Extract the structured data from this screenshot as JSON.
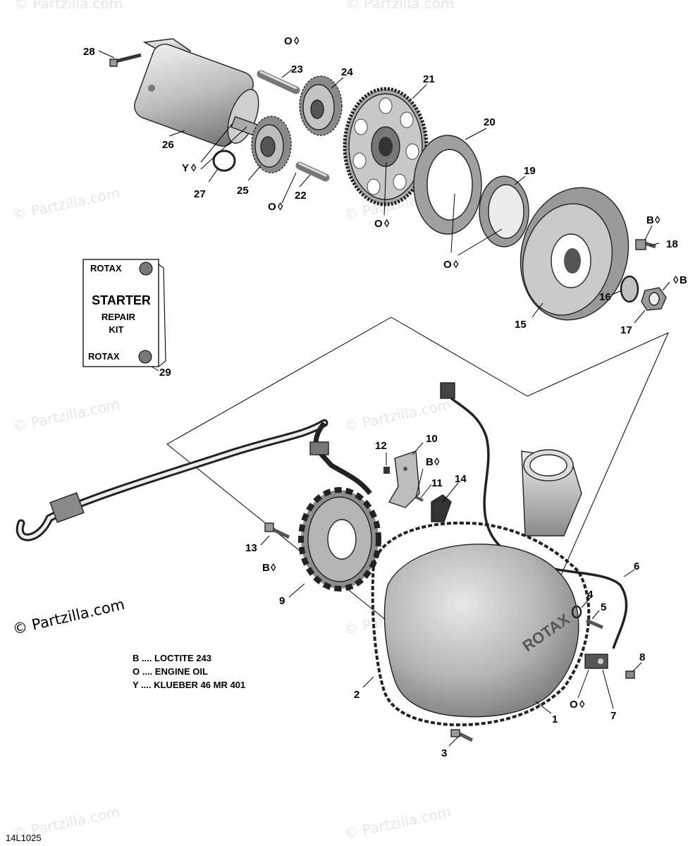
{
  "watermark": "© Partzilla.com",
  "credit": "© Partzilla.com",
  "drawing_code": "14L1025",
  "legend": [
    {
      "code": "B",
      "text": "B .... LOCTITE 243"
    },
    {
      "code": "O",
      "text": "O .... ENGINE OIL"
    },
    {
      "code": "Y",
      "text": "Y .... KLUEBER 46 MR 401"
    }
  ],
  "kit": {
    "brand_top": "ROTAX",
    "brand_bottom": "ROTAX",
    "line1": "STARTER",
    "line2": "REPAIR",
    "line3": "KIT",
    "callout": "29"
  },
  "callouts": {
    "c1": "1",
    "c2": "2",
    "c3": "3",
    "c4": "4",
    "c5": "5",
    "c6": "6",
    "c7": "7",
    "c8": "8",
    "c9": "9",
    "c10": "10",
    "c11": "11",
    "c12": "12",
    "c13": "13",
    "c14": "14",
    "c15": "15",
    "c16": "16",
    "c17": "17",
    "c18": "18",
    "c19": "19",
    "c20": "20",
    "c21": "21",
    "c22": "22",
    "c23": "23",
    "c24": "24",
    "c25": "25",
    "c26": "26",
    "c27": "27",
    "c28": "28"
  },
  "lube_marks": {
    "O": "O",
    "Y": "Y",
    "B": "B"
  },
  "cover_logo": "ROTAX"
}
